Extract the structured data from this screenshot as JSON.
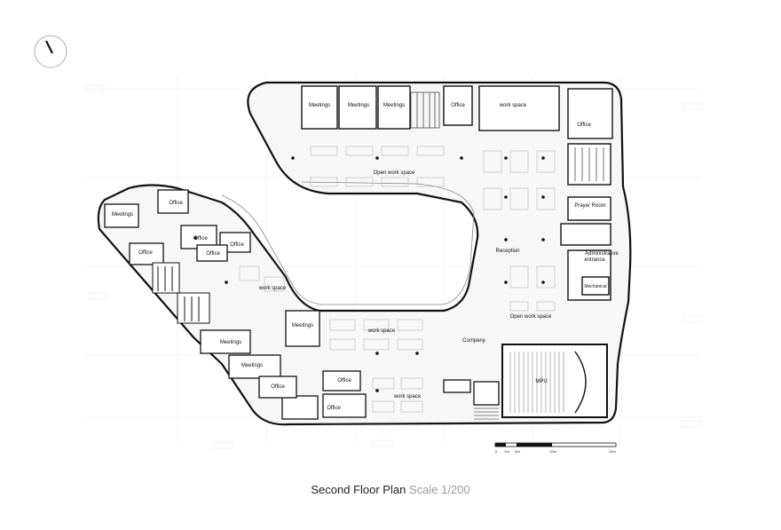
{
  "caption": {
    "title": "Second Floor Plan",
    "scale": "Scale 1/200"
  },
  "rooms": {
    "meetings_1": "Meetings",
    "meetings_2": "Meetings",
    "meetings_3": "Meetings",
    "office_top": "Office",
    "workspace_top": "work space",
    "office_right": "Office",
    "open_workspace_top": "Open work space",
    "prayer_room": "Prayer Room",
    "reception": "Reception",
    "admin_entrance_1": "Administrative",
    "admin_entrance_2": "entrance",
    "mechanical": "Mechanical",
    "open_workspace_right": "Open work space",
    "company": "Company",
    "mpu": "MPU",
    "workspace_center": "work space",
    "meetings_center": "Meetings",
    "workspace_bottom": "work space",
    "office_bottom_1": "Office",
    "office_bottom_2": "Office",
    "office_left_1": "Office",
    "meetings_left_1": "Meetings",
    "office_left_2": "Office",
    "office_left_3": "Office",
    "office_left_4": "Office",
    "office_left_5": "Office",
    "workspace_left": "work space",
    "meetings_left_2": "Meetings",
    "meetings_left_3": "Meetings",
    "office_left_6": "Office"
  },
  "scale_bar": {
    "ticks": [
      "0",
      "2m",
      "4m",
      "10m",
      "20m"
    ]
  }
}
